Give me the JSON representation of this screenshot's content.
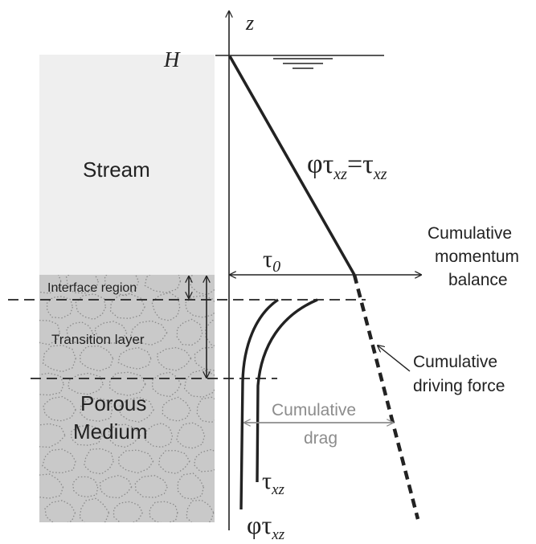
{
  "axis": {
    "z_label": "z",
    "h_label": "H"
  },
  "regions": {
    "stream": "Stream",
    "interface": "Interface region",
    "transition": "Transition layer",
    "porous_line1": "Porous",
    "porous_line2": "Medium"
  },
  "curve_labels": {
    "tau_sym": "τ",
    "tau_sub": "xz",
    "phi_tau_sym": "φτ",
    "phi_tau_sub": "xz",
    "tau0_sym": "τ",
    "tau0_sub": "0",
    "stream_eq_left": "φτ",
    "stream_eq_sub1": "xz",
    "stream_eq_mid": "=τ",
    "stream_eq_sub2": "xz"
  },
  "annotations": {
    "momentum_line1": "Cumulative",
    "momentum_line2": "momentum",
    "momentum_line3": "balance",
    "driving_line1": "Cumulative",
    "driving_line2": "driving force",
    "drag_line1": "Cumulative",
    "drag_line2": "drag"
  },
  "colors": {
    "stream_fill": "#efefef",
    "porous_fill": "#c9c9c9",
    "grain_stroke": "#8a8a8a",
    "drag_color": "#8c8c8c",
    "line_color": "#222222"
  }
}
